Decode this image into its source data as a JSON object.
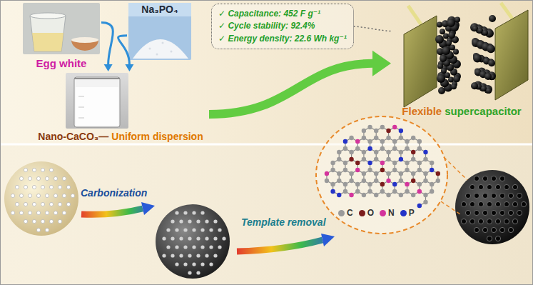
{
  "diagram": {
    "nodes": [
      {
        "text": [
          "Egg white"
        ]
      },
      {
        "text": [
          "Na₃PO₄"
        ]
      },
      {
        "text": [
          "Nano-CaCO₃—",
          "Uniform dispersion"
        ]
      },
      {
        "text": [
          "✓ Capacitance: 452 F g⁻¹",
          "✓ Cycle stability: 92.4%",
          "✓ Energy density: 22.6 Wh kg⁻¹"
        ]
      },
      {
        "text": [
          "Flexible",
          "supercapacitor"
        ]
      }
    ],
    "edges": [
      {
        "from": 0,
        "to": 2,
        "arrow": "to"
      },
      {
        "from": 1,
        "to": 2,
        "arrow": "to"
      },
      {
        "from": 2,
        "to": 4,
        "arrow": "to"
      },
      {
        "from": 3,
        "to": 4,
        "arrow": "none"
      }
    ],
    "labels": [
      "Carbonization",
      "Template removal"
    ],
    "legend": [
      {
        "text": "C",
        "color": "#9a9a9a"
      },
      {
        "text": "O",
        "color": "#7b1c1c"
      },
      {
        "text": "N",
        "color": "#d4349c"
      },
      {
        "text": "P",
        "color": "#2433c8"
      }
    ]
  }
}
